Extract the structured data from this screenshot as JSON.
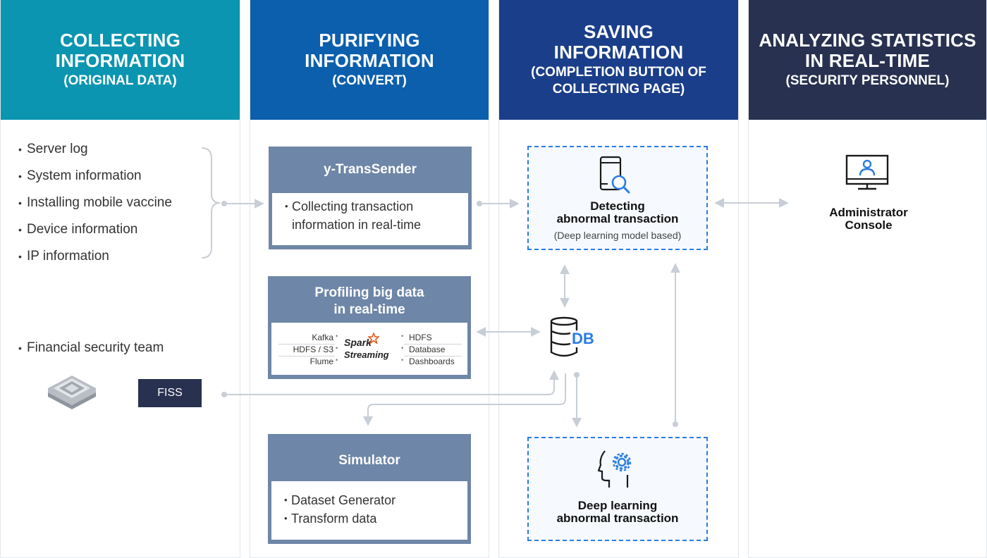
{
  "columns": [
    {
      "title_line1": "COLLECTING",
      "title_line2": "INFORMATION",
      "subtitle": "(ORIGINAL DATA)"
    },
    {
      "title_line1": "PURIFYING",
      "title_line2": "INFORMATION",
      "subtitle": "(CONVERT)"
    },
    {
      "title_line1": "SAVING",
      "title_line2": "INFORMATION",
      "subtitle_line1": "(COMPLETION BUTTON OF",
      "subtitle_line2": "COLLECTING PAGE)"
    },
    {
      "title_line1": "ANALYZING STATISTICS",
      "title_line2": "IN REAL-TIME",
      "subtitle": "(SECURITY PERSONNEL)"
    }
  ],
  "sources": [
    "Server log",
    "System information",
    "Installing mobile vaccine",
    "Device information",
    "IP information"
  ],
  "financial_team": "Financial security team",
  "fiss_label": "FISS",
  "transsender": {
    "title": "y-TransSender",
    "items": [
      "Collecting transaction",
      "information in real-time"
    ]
  },
  "profiling": {
    "title_line1": "Profiling big data",
    "title_line2": "in real-time",
    "left": [
      "Kafka",
      "HDFS / S3",
      "Flume"
    ],
    "center_line1": "Spark",
    "center_line2": "Streaming",
    "right": [
      "HDFS",
      "Database",
      "Dashboards"
    ]
  },
  "simulator": {
    "title": "Simulator",
    "items": [
      "Dataset Generator",
      "Transform data"
    ]
  },
  "detecting": {
    "title_line1": "Detecting",
    "title_line2": "abnormal transaction",
    "subtitle": "(Deep learning model based)"
  },
  "db_label": "DB",
  "deep_learning": {
    "title_line1": "Deep learning",
    "title_line2": "abnormal transaction"
  },
  "admin": {
    "line1": "Administrator",
    "line2": "Console"
  },
  "colors": {
    "col1": "#0b95b0",
    "col2": "#0b5fad",
    "col3": "#1b3e8a",
    "col4": "#283150",
    "box": "#6e86a7",
    "accent": "#2a7de1",
    "connector": "#c8ced6"
  }
}
